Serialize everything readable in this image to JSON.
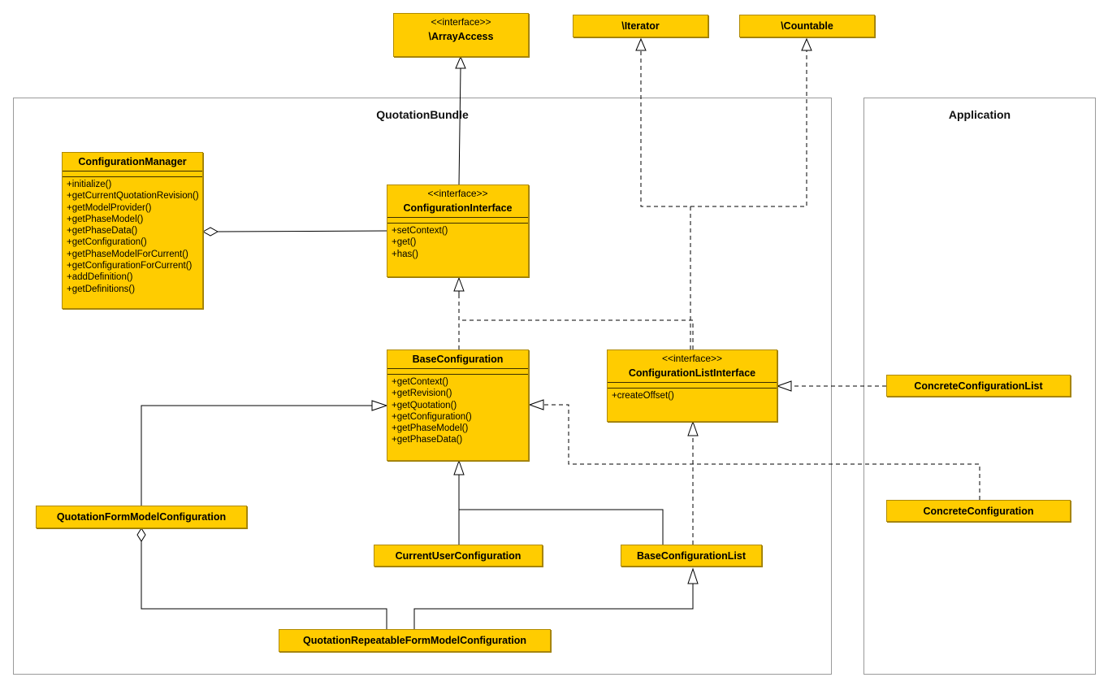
{
  "packages": {
    "quotation_bundle": "QuotationBundle",
    "application": "Application"
  },
  "classes": {
    "array_access": {
      "stereotype": "<<interface>>",
      "name": "\\ArrayAccess"
    },
    "iterator": {
      "name": "\\Iterator"
    },
    "countable": {
      "name": "\\Countable"
    },
    "configuration_manager": {
      "name": "ConfigurationManager",
      "operations": [
        "+initialize()",
        "+getCurrentQuotationRevision()",
        "+getModelProvider()",
        "+getPhaseModel()",
        "+getPhaseData()",
        "+getConfiguration()",
        "+getPhaseModelForCurrent()",
        "+getConfigurationForCurrent()",
        "+addDefinition()",
        "+getDefinitions()"
      ]
    },
    "configuration_interface": {
      "stereotype": "<<interface>>",
      "name": "ConfigurationInterface",
      "operations": [
        "+setContext()",
        "+get()",
        "+has()"
      ]
    },
    "base_configuration": {
      "name": "BaseConfiguration",
      "operations": [
        "+getContext()",
        "+getRevision()",
        "+getQuotation()",
        "+getConfiguration()",
        "+getPhaseModel()",
        "+getPhaseData()"
      ]
    },
    "configuration_list_interface": {
      "stereotype": "<<interface>>",
      "name": "ConfigurationListInterface",
      "operations": [
        "+createOffset()"
      ]
    },
    "concrete_configuration_list": {
      "name": "ConcreteConfigurationList"
    },
    "concrete_configuration": {
      "name": "ConcreteConfiguration"
    },
    "quotation_form_model_configuration": {
      "name": "QuotationFormModelConfiguration"
    },
    "current_user_configuration": {
      "name": "CurrentUserConfiguration"
    },
    "base_configuration_list": {
      "name": "BaseConfigurationList"
    },
    "quotation_repeatable_form_model_configuration": {
      "name": "QuotationRepeatableFormModelConfiguration"
    }
  },
  "colors": {
    "class_fill": "#ffcc00",
    "class_border": "#b08a00",
    "package_border": "#9a9a9a",
    "line": "#000000"
  }
}
